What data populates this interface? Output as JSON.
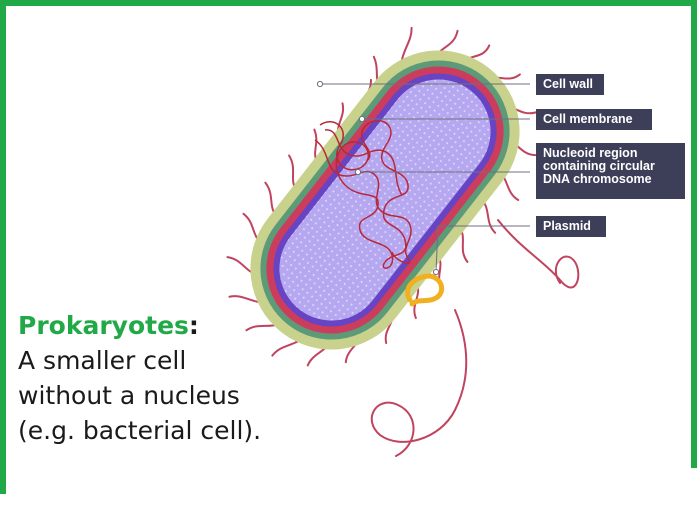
{
  "labels": {
    "cell_wall": "Cell wall",
    "cell_membrane": "Cell membrane",
    "nucleoid": [
      "Nucleoid region",
      "containing circular",
      "DNA chromosome"
    ],
    "plasmid": "Plasmid"
  },
  "text": {
    "title": "Prokaryotes",
    "colon": ":",
    "line1": "A smaller cell",
    "line2": "without a nucleus",
    "line3": "(e.g. bacterial cell)."
  },
  "colors": {
    "border": "#21a948",
    "label_bg": "#3d3f58",
    "capsule": "#c8d28c",
    "wall": "#cc3c5c",
    "membrane": "#6644c4",
    "cytoplasm": "#b6a8f0",
    "dna": "#b8283c",
    "plasmid": "#f0b020"
  }
}
